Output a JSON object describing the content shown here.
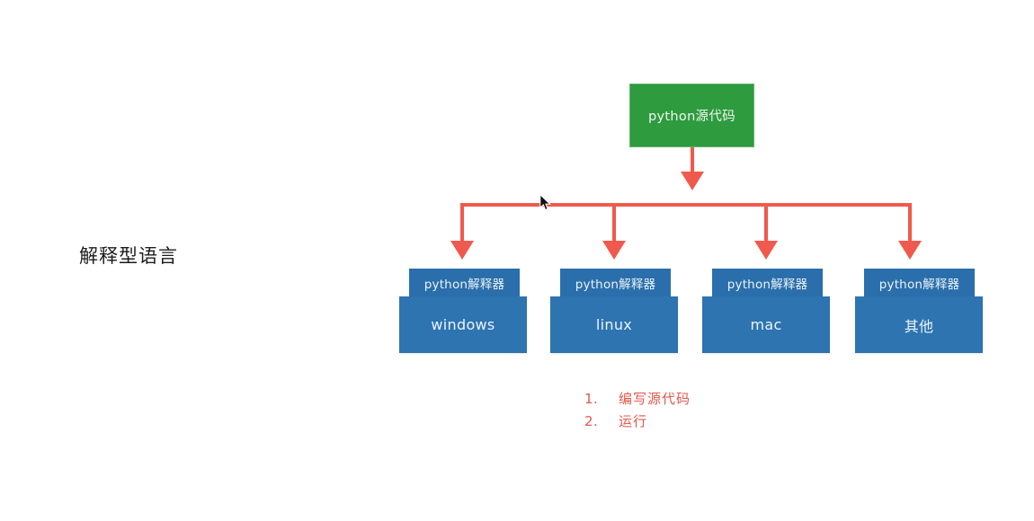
{
  "diagram": {
    "side_label": "解释型语言",
    "source_node": {
      "label": "python源代码",
      "color": "#2e9b3f"
    },
    "platform_nodes": [
      {
        "interpreter_label": "python解释器",
        "os_label": "windows"
      },
      {
        "interpreter_label": "python解释器",
        "os_label": "linux"
      },
      {
        "interpreter_label": "python解释器",
        "os_label": "mac"
      },
      {
        "interpreter_label": "python解释器",
        "os_label": "其他"
      }
    ],
    "node_color": "#2d74b0",
    "connector_color": "#ef5a4c",
    "steps": [
      {
        "number": "1.",
        "text": "编写源代码"
      },
      {
        "number": "2.",
        "text": "运行"
      }
    ],
    "steps_color": "#e2574c"
  }
}
